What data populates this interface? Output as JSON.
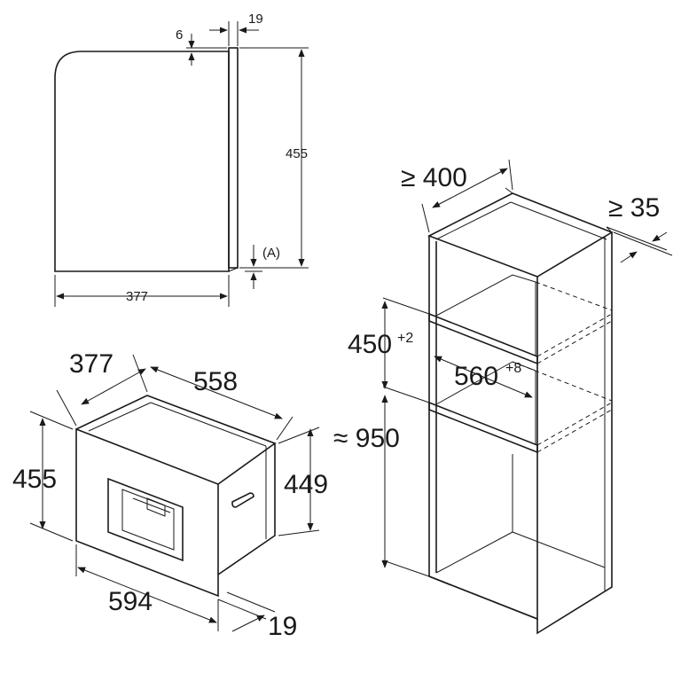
{
  "side_view": {
    "dim_top_gap": "6",
    "dim_door_thickness": "19",
    "dim_height": "455",
    "dim_depth": "377",
    "label_a": "(A)"
  },
  "appliance_iso": {
    "dim_depth": "377",
    "dim_body_width": "558",
    "dim_front_height": "455",
    "dim_body_height": "449",
    "dim_front_width": "594",
    "dim_door_thickness": "19"
  },
  "cabinet_iso": {
    "dim_min_depth": "≥ 400",
    "dim_min_gap": "≥ 35",
    "dim_niche_height": "450",
    "dim_niche_height_tol": "+2",
    "dim_niche_width": "560",
    "dim_niche_width_tol": "+8",
    "dim_floor_to_niche": "≈ 950"
  }
}
